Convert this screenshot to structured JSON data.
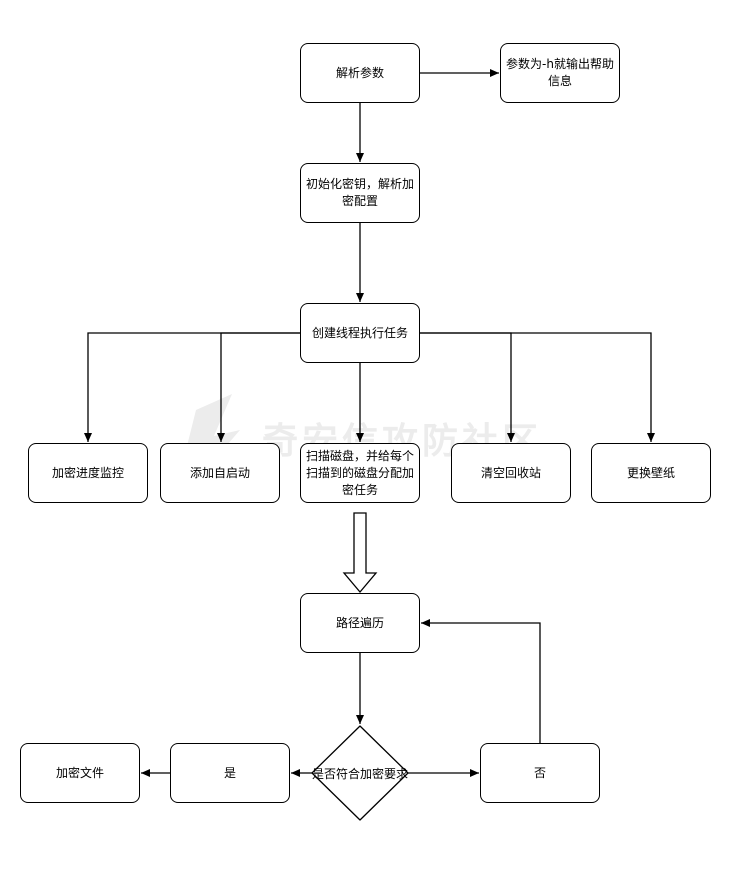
{
  "nodes": {
    "parse_args": "解析参数",
    "help_info": "参数为-h就输出帮助信息",
    "init_keys": "初始化密钥，解析加密配置",
    "create_threads": "创建线程执行任务",
    "encrypt_progress": "加密进度监控",
    "add_autostart": "添加自启动",
    "scan_disks": "扫描磁盘，并给每个扫描到的磁盘分配加密任务",
    "empty_recycle": "清空回收站",
    "change_wallpaper": "更换壁纸",
    "path_traverse": "路径遍历",
    "decision": "是否符合加密要求",
    "yes": "是",
    "no": "否",
    "encrypt_file": "加密文件"
  },
  "watermark": "奇安信攻防社区"
}
